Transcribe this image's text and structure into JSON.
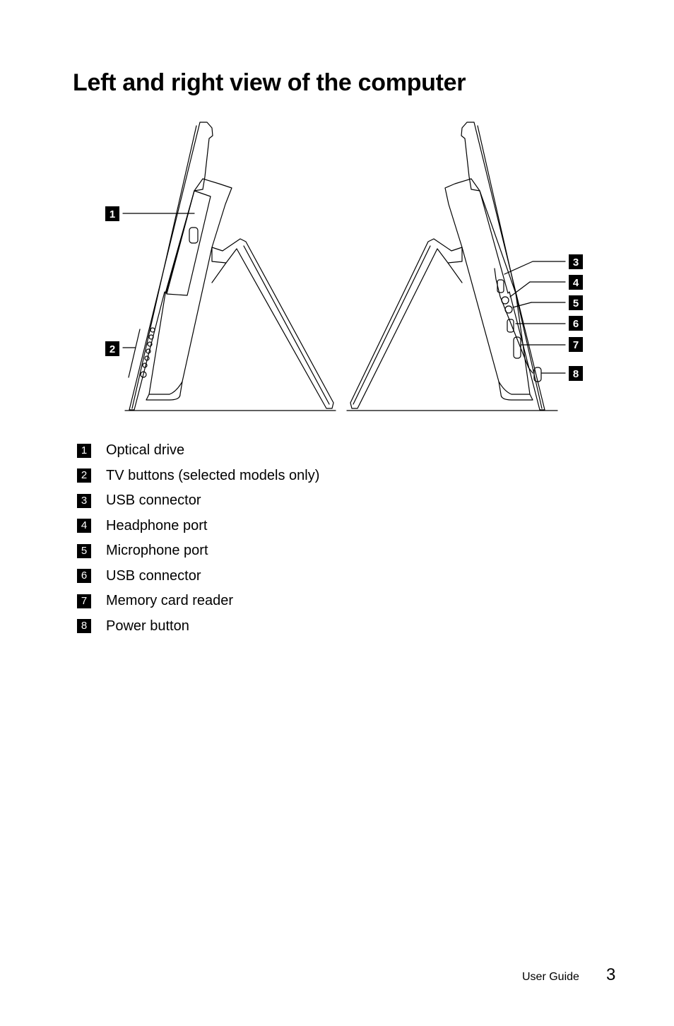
{
  "page": {
    "title": "Left and right view of the computer",
    "footer_label": "User Guide",
    "page_number": "3"
  },
  "figure": {
    "callouts": [
      "1",
      "2",
      "3",
      "4",
      "5",
      "6",
      "7",
      "8"
    ]
  },
  "legend": {
    "items": [
      {
        "number": "1",
        "label": "Optical drive"
      },
      {
        "number": "2",
        "label": "TV buttons (selected models only)"
      },
      {
        "number": "3",
        "label": "USB connector"
      },
      {
        "number": "4",
        "label": "Headphone port"
      },
      {
        "number": "5",
        "label": "Microphone port"
      },
      {
        "number": "6",
        "label": "USB connector"
      },
      {
        "number": "7",
        "label": "Memory card reader"
      },
      {
        "number": "8",
        "label": "Power button"
      }
    ]
  }
}
